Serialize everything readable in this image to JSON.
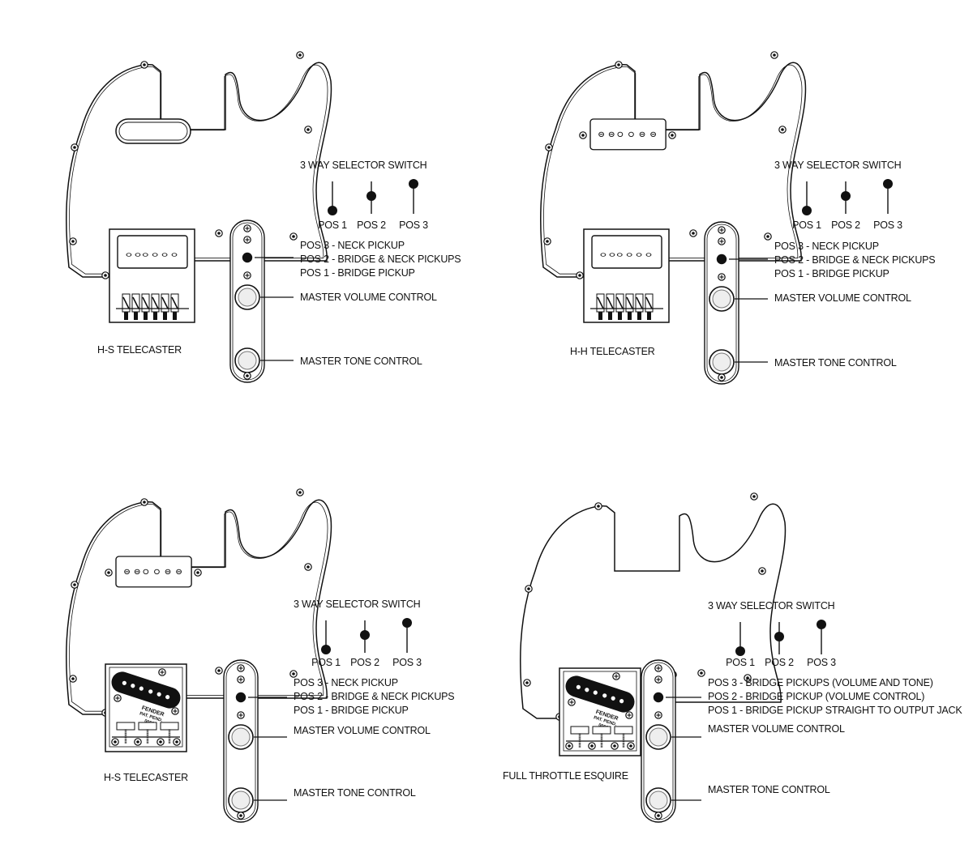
{
  "panels": [
    {
      "id": "top-left",
      "caption": "H-S TELECASTER",
      "switch_title": "3 WAY SELECTOR SWITCH",
      "positions": [
        "POS 1",
        "POS 2",
        "POS 3"
      ],
      "switch_modes": [
        "POS 3 - NECK PICKUP",
        "POS 2 - BRIDGE & NECK PICKUPS",
        "POS 1 - BRIDGE PICKUP"
      ],
      "volume_label": "MASTER VOLUME CONTROL",
      "tone_label": "MASTER TONE CONTROL"
    },
    {
      "id": "top-right",
      "caption": "H-H TELECASTER",
      "switch_title": "3 WAY SELECTOR SWITCH",
      "positions": [
        "POS 1",
        "POS 2",
        "POS 3"
      ],
      "switch_modes": [
        "POS 3 - NECK PICKUP",
        "POS 2 - BRIDGE & NECK PICKUPS",
        "POS 1 - BRIDGE PICKUP"
      ],
      "volume_label": "MASTER VOLUME CONTROL",
      "tone_label": "MASTER TONE CONTROL"
    },
    {
      "id": "bottom-left",
      "caption": "H-S TELECASTER",
      "switch_title": "3 WAY SELECTOR SWITCH",
      "positions": [
        "POS 1",
        "POS 2",
        "POS 3"
      ],
      "switch_modes": [
        "POS 3 - NECK PICKUP",
        "POS 2 - BRIDGE & NECK PICKUPS",
        "POS 1 - BRIDGE PICKUP"
      ],
      "volume_label": "MASTER VOLUME CONTROL",
      "tone_label": "MASTER TONE CONTROL",
      "pickup_stamp": [
        "FENDER",
        "PAT. PEND.",
        "0000"
      ]
    },
    {
      "id": "bottom-right",
      "caption": "FULL THROTTLE ESQUIRE",
      "switch_title": "3 WAY SELECTOR SWITCH",
      "positions": [
        "POS 1",
        "POS 2",
        "POS 3"
      ],
      "switch_modes": [
        "POS 3 - BRIDGE PICKUPS (VOLUME AND TONE)",
        "POS 2 - BRIDGE PICKUP (VOLUME CONTROL)",
        "POS 1 - BRIDGE PICKUP STRAIGHT TO OUTPUT JACK"
      ],
      "volume_label": "MASTER VOLUME CONTROL",
      "tone_label": "MASTER TONE CONTROL",
      "pickup_stamp": [
        "FENDER",
        "PAT. PEND.",
        "0000"
      ]
    }
  ],
  "colors": {
    "ink": "#111111",
    "knob_fill": "#eeeeee",
    "paper": "#ffffff"
  }
}
